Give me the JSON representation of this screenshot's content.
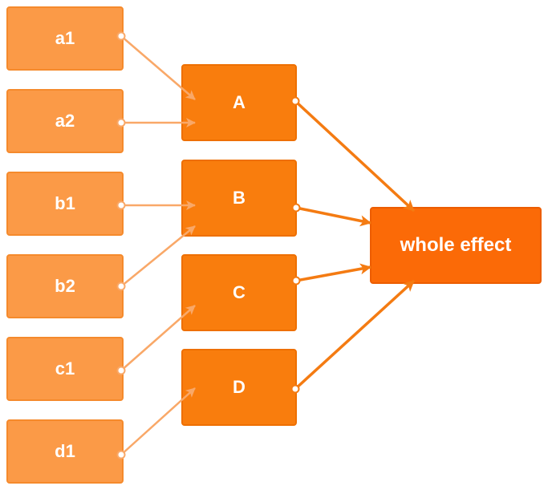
{
  "nodes": {
    "a1": "a1",
    "a2": "a2",
    "b1": "b1",
    "b2": "b2",
    "c1": "c1",
    "d1": "d1",
    "A": "A",
    "B": "B",
    "C": "C",
    "D": "D",
    "whole": "whole effect"
  },
  "colors": {
    "leaf_fill": "#fb9a47",
    "mid_fill": "#f97d0d",
    "whole_fill": "#fb6a07",
    "leaf_edge": "#f9a868",
    "mid_edge": "#f47b12"
  },
  "edges": [
    {
      "from": "a1",
      "to": "A"
    },
    {
      "from": "a2",
      "to": "A"
    },
    {
      "from": "b1",
      "to": "B"
    },
    {
      "from": "b2",
      "to": "B"
    },
    {
      "from": "c1",
      "to": "C"
    },
    {
      "from": "d1",
      "to": "D"
    },
    {
      "from": "A",
      "to": "whole effect"
    },
    {
      "from": "B",
      "to": "whole effect"
    },
    {
      "from": "C",
      "to": "whole effect"
    },
    {
      "from": "D",
      "to": "whole effect"
    }
  ]
}
